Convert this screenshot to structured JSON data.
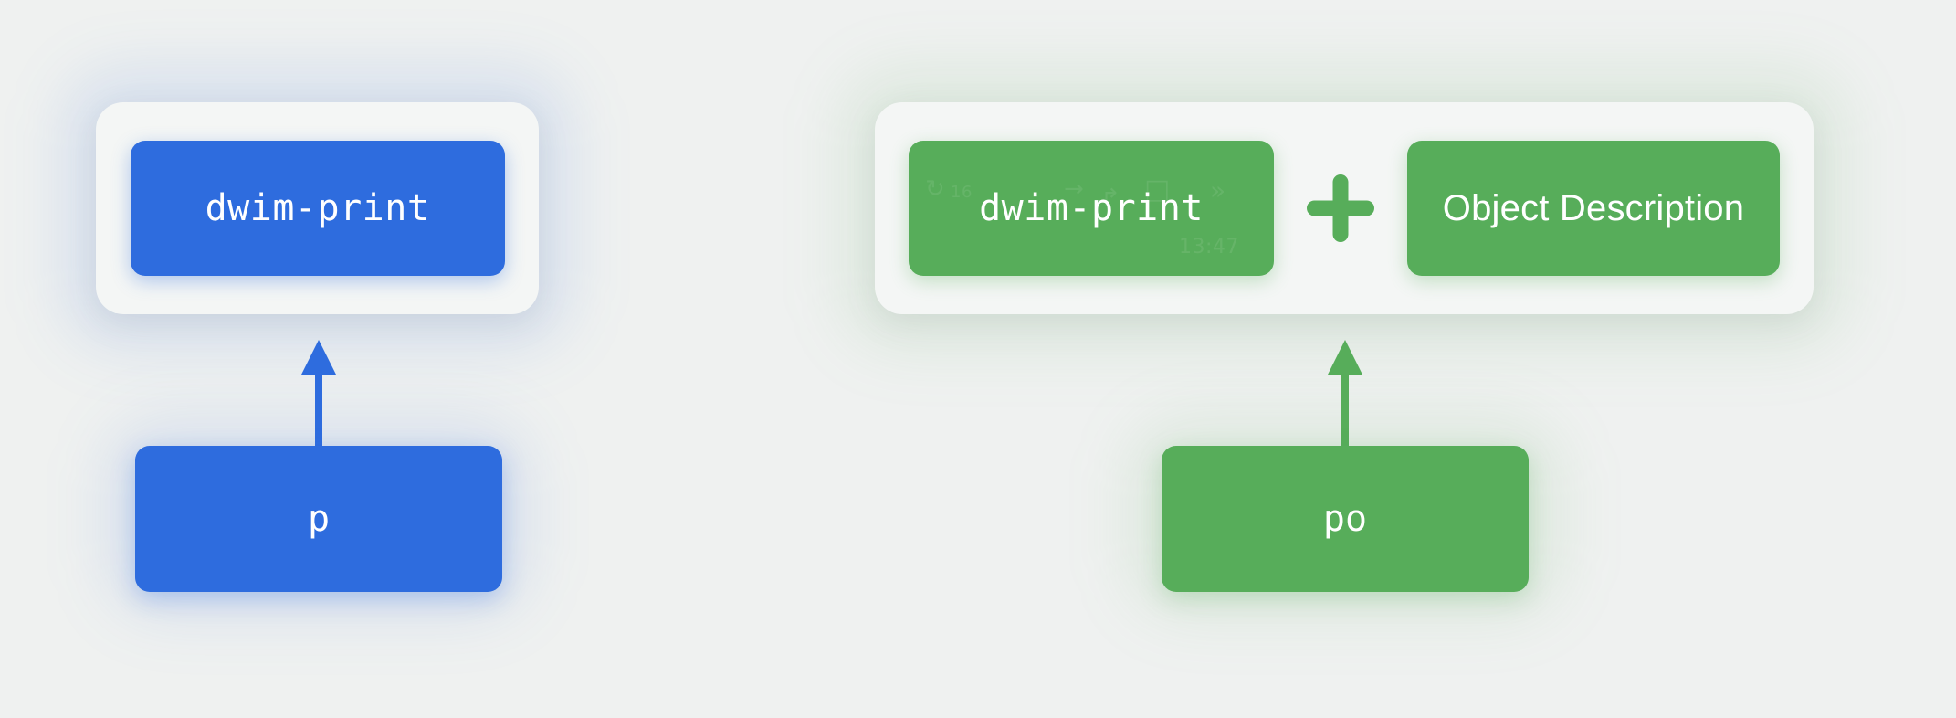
{
  "theme": {
    "background": "#eff1f0",
    "panel_background": "#f4f6f5",
    "blue": "#2e6cde",
    "green": "#57ad5a",
    "text_on_fill": "#ffffff"
  },
  "groups": [
    {
      "id": "p-command",
      "accent": "#2e6cde",
      "panel": {
        "items": [
          {
            "type": "box",
            "label": "dwim-print",
            "style": "mono"
          }
        ]
      },
      "arrow": {
        "direction": "up",
        "color": "#2e6cde"
      },
      "command": {
        "label": "p",
        "style": "mono"
      }
    },
    {
      "id": "po-command",
      "accent": "#57ad5a",
      "panel": {
        "items": [
          {
            "type": "box",
            "label": "dwim-print",
            "style": "mono"
          },
          {
            "type": "operator",
            "label": "+",
            "icon": "plus-icon"
          },
          {
            "type": "box",
            "label": "Object Description",
            "style": "sans"
          }
        ]
      },
      "arrow": {
        "direction": "up",
        "color": "#57ad5a"
      },
      "command": {
        "label": "po",
        "style": "mono"
      }
    }
  ],
  "watermarks": [
    "16",
    "↻",
    "→",
    "↱",
    "□",
    "»",
    "13:47"
  ]
}
